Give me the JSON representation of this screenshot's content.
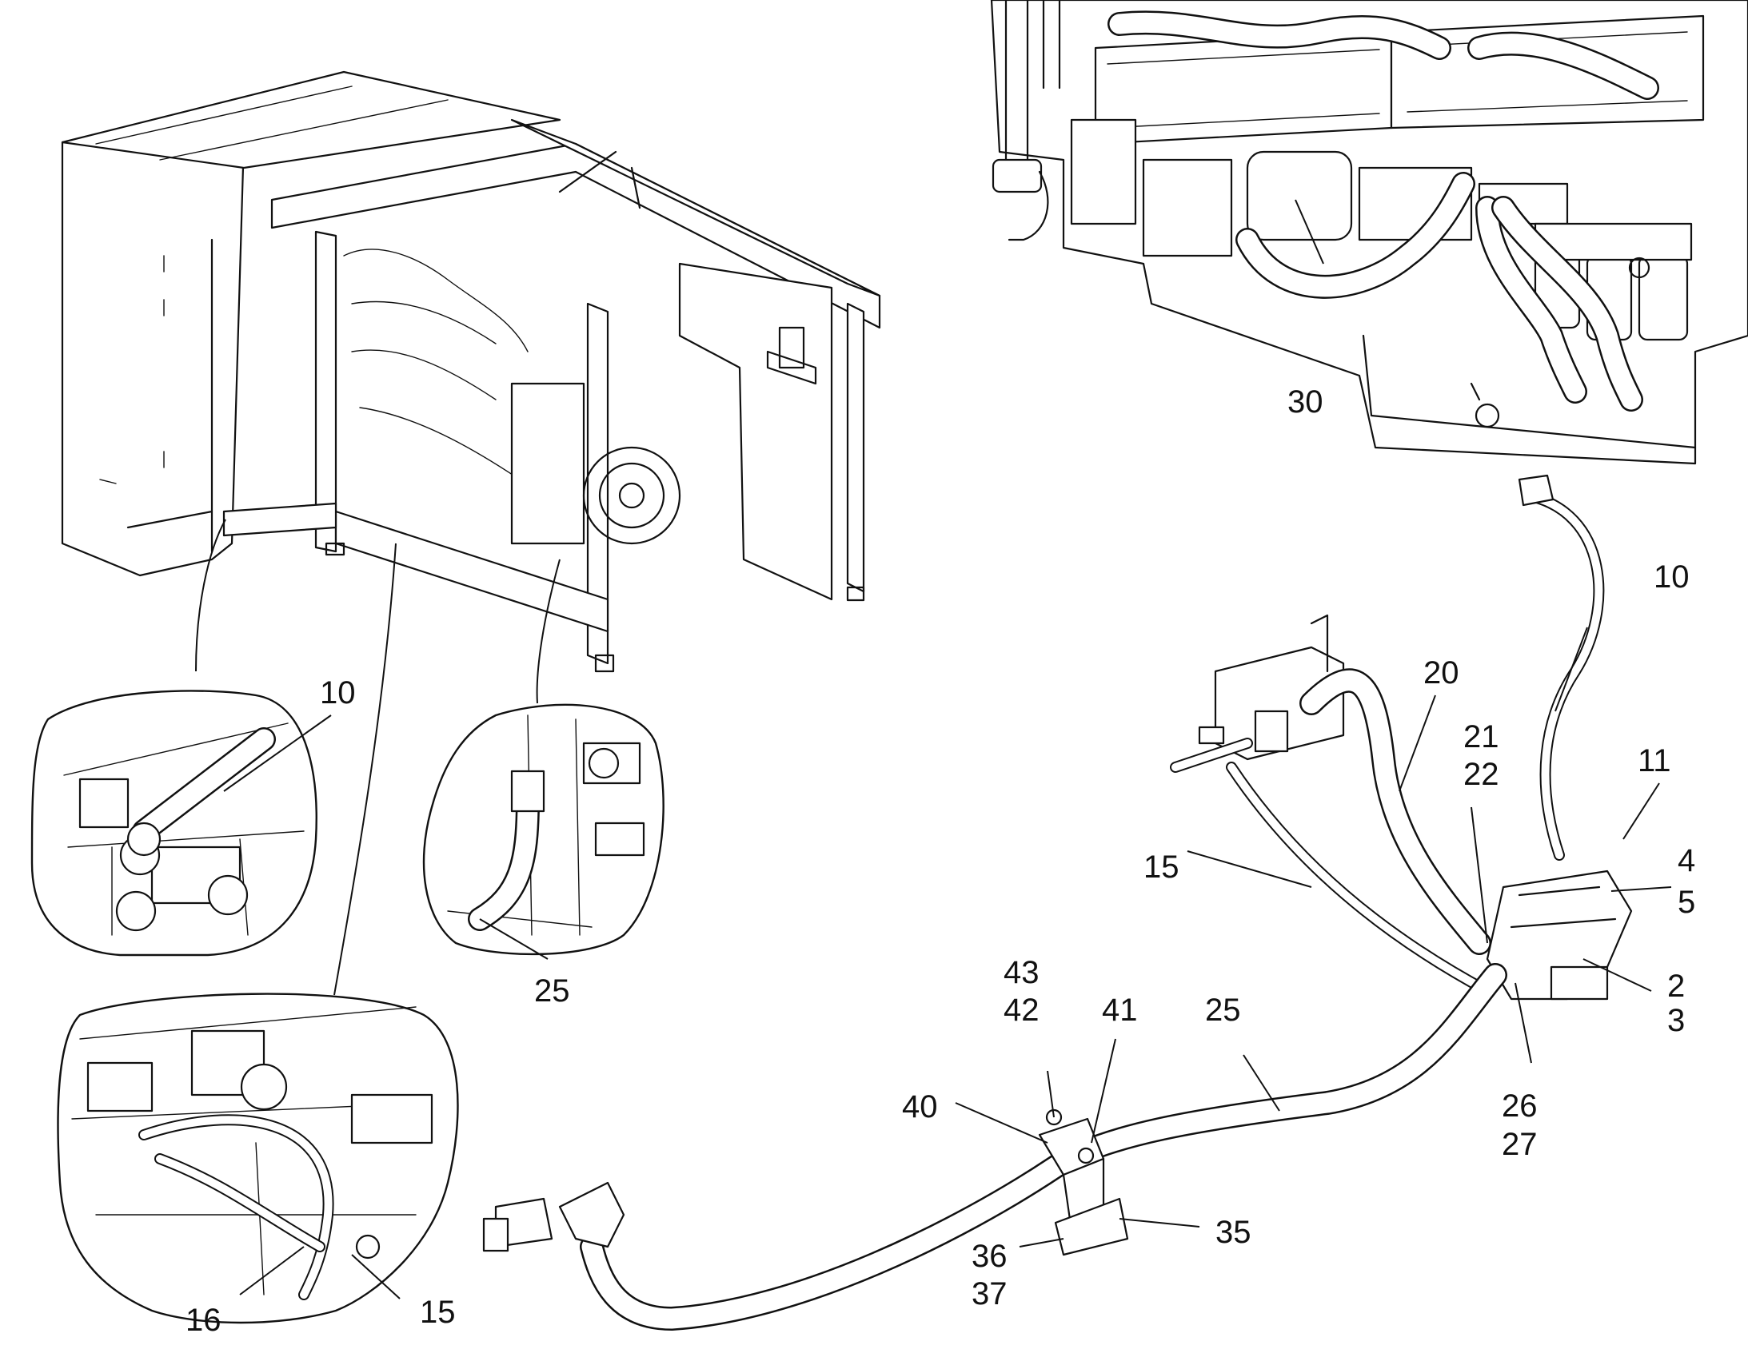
{
  "callouts": [
    {
      "id": "c-30",
      "text": "30"
    },
    {
      "id": "c-10-top",
      "text": "10"
    },
    {
      "id": "c-20",
      "text": "20"
    },
    {
      "id": "c-21",
      "text": "21"
    },
    {
      "id": "c-22",
      "text": "22"
    },
    {
      "id": "c-11",
      "text": "11"
    },
    {
      "id": "c-4",
      "text": "4"
    },
    {
      "id": "c-5",
      "text": "5"
    },
    {
      "id": "c-15-mid",
      "text": "15"
    },
    {
      "id": "c-2",
      "text": "2"
    },
    {
      "id": "c-3",
      "text": "3"
    },
    {
      "id": "c-43",
      "text": "43"
    },
    {
      "id": "c-42",
      "text": "42"
    },
    {
      "id": "c-41",
      "text": "41"
    },
    {
      "id": "c-25-mid",
      "text": "25"
    },
    {
      "id": "c-26",
      "text": "26"
    },
    {
      "id": "c-27",
      "text": "27"
    },
    {
      "id": "c-40",
      "text": "40"
    },
    {
      "id": "c-35",
      "text": "35"
    },
    {
      "id": "c-36",
      "text": "36"
    },
    {
      "id": "c-37",
      "text": "37"
    },
    {
      "id": "c-10-detail",
      "text": "10"
    },
    {
      "id": "c-25-detail",
      "text": "25"
    },
    {
      "id": "c-16",
      "text": "16"
    },
    {
      "id": "c-15-detail",
      "text": "15"
    }
  ]
}
